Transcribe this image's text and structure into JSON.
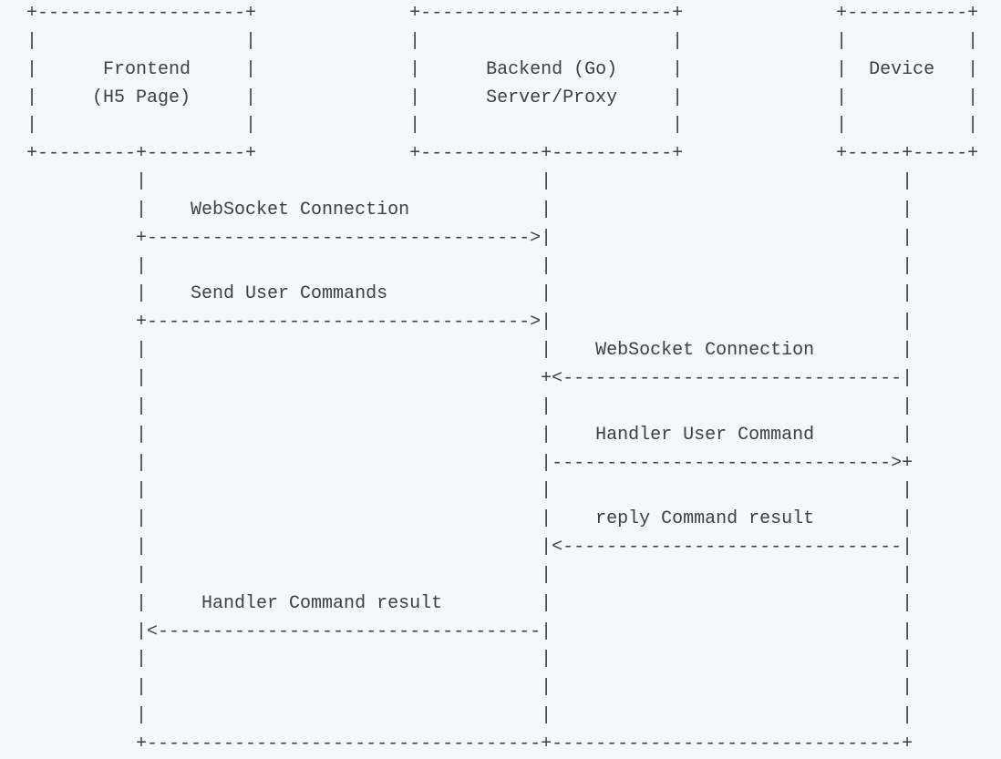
{
  "colors": {
    "background": "#f6f7f8",
    "text": "#3b4046"
  },
  "diagram": {
    "type": "ascii-sequence-diagram",
    "participants": [
      {
        "name": "Frontend (H5 Page)"
      },
      {
        "name": "Backend (Go) Server/Proxy"
      },
      {
        "name": "Device"
      }
    ],
    "messages": [
      {
        "from": "Frontend (H5 Page)",
        "to": "Backend (Go) Server/Proxy",
        "label": "WebSocket Connection"
      },
      {
        "from": "Frontend (H5 Page)",
        "to": "Backend (Go) Server/Proxy",
        "label": "Send User Commands"
      },
      {
        "from": "Device",
        "to": "Backend (Go) Server/Proxy",
        "label": "WebSocket Connection"
      },
      {
        "from": "Backend (Go) Server/Proxy",
        "to": "Device",
        "label": "Handler User Command"
      },
      {
        "from": "Device",
        "to": "Backend (Go) Server/Proxy",
        "label": "reply Command result"
      },
      {
        "from": "Backend (Go) Server/Proxy",
        "to": "Frontend (H5 Page)",
        "label": "Handler Command result"
      }
    ],
    "lines": [
      "  +-------------------+              +-----------------------+              +-----------+",
      "  |                   |              |                       |              |           |",
      "  |      Frontend     |              |      Backend (Go)     |              |  Device   |",
      "  |     (H5 Page)     |              |      Server/Proxy     |              |           |",
      "  |                   |              |                       |              |           |",
      "  +---------+---------+              +-----------+-----------+              +-----+-----+",
      "            |                                    |                                |",
      "            |    WebSocket Connection            |                                |",
      "            +----------------------------------->|                                |",
      "            |                                    |                                |",
      "            |    Send User Commands              |                                |",
      "            +----------------------------------->|                                |",
      "            |                                    |    WebSocket Connection        |",
      "            |                                    +<-------------------------------|",
      "            |                                    |                                |",
      "            |                                    |    Handler User Command        |",
      "            |                                    |------------------------------->+",
      "            |                                    |                                |",
      "            |                                    |    reply Command result        |",
      "            |                                    |<-------------------------------|",
      "            |                                    |                                |",
      "            |     Handler Command result         |                                |",
      "            |<-----------------------------------|                                |",
      "            |                                    |                                |",
      "            |                                    |                                |",
      "            |                                    |                                |",
      "            +------------------------------------+--------------------------------+"
    ]
  }
}
